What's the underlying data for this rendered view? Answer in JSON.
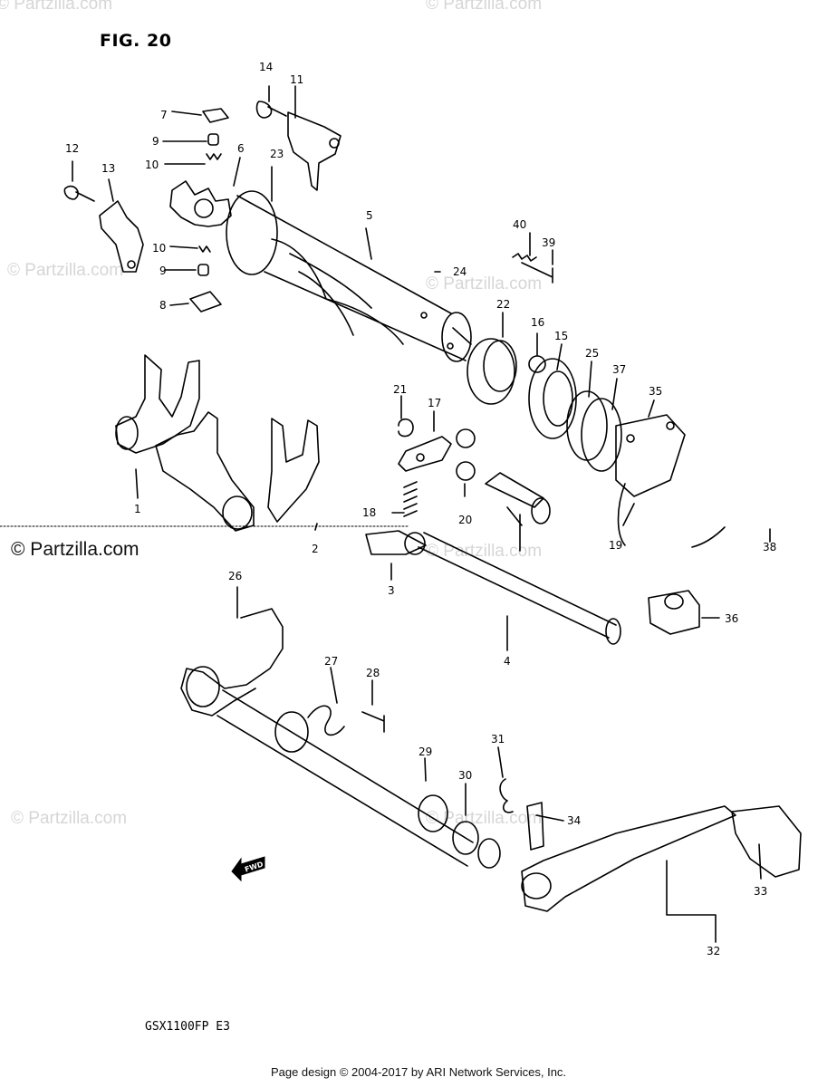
{
  "figure_title": "FIG. 20",
  "watermarks": [
    "© Partzilla.com",
    "© Partzilla.com",
    "© Partzilla.com",
    "© Partzilla.com",
    "© Partzilla.com",
    "© Partzilla.com",
    "© Partzilla.com",
    "© Partzilla.com"
  ],
  "watermark_main": "© Partzilla.com",
  "model_code": "GSX1100FP  E3",
  "footer": "Page design © 2004-2017 by ARI Network Services, Inc.",
  "fwd_label": "FWD",
  "callouts": [
    "1",
    "2",
    "3",
    "4",
    "5",
    "6",
    "7",
    "8",
    "9",
    "9",
    "10",
    "10",
    "11",
    "12",
    "13",
    "14",
    "15",
    "16",
    "17",
    "18",
    "19",
    "20",
    "21",
    "22",
    "23",
    "24",
    "25",
    "26",
    "27",
    "28",
    "29",
    "30",
    "31",
    "32",
    "33",
    "34",
    "35",
    "36",
    "37",
    "38",
    "39",
    "40"
  ]
}
